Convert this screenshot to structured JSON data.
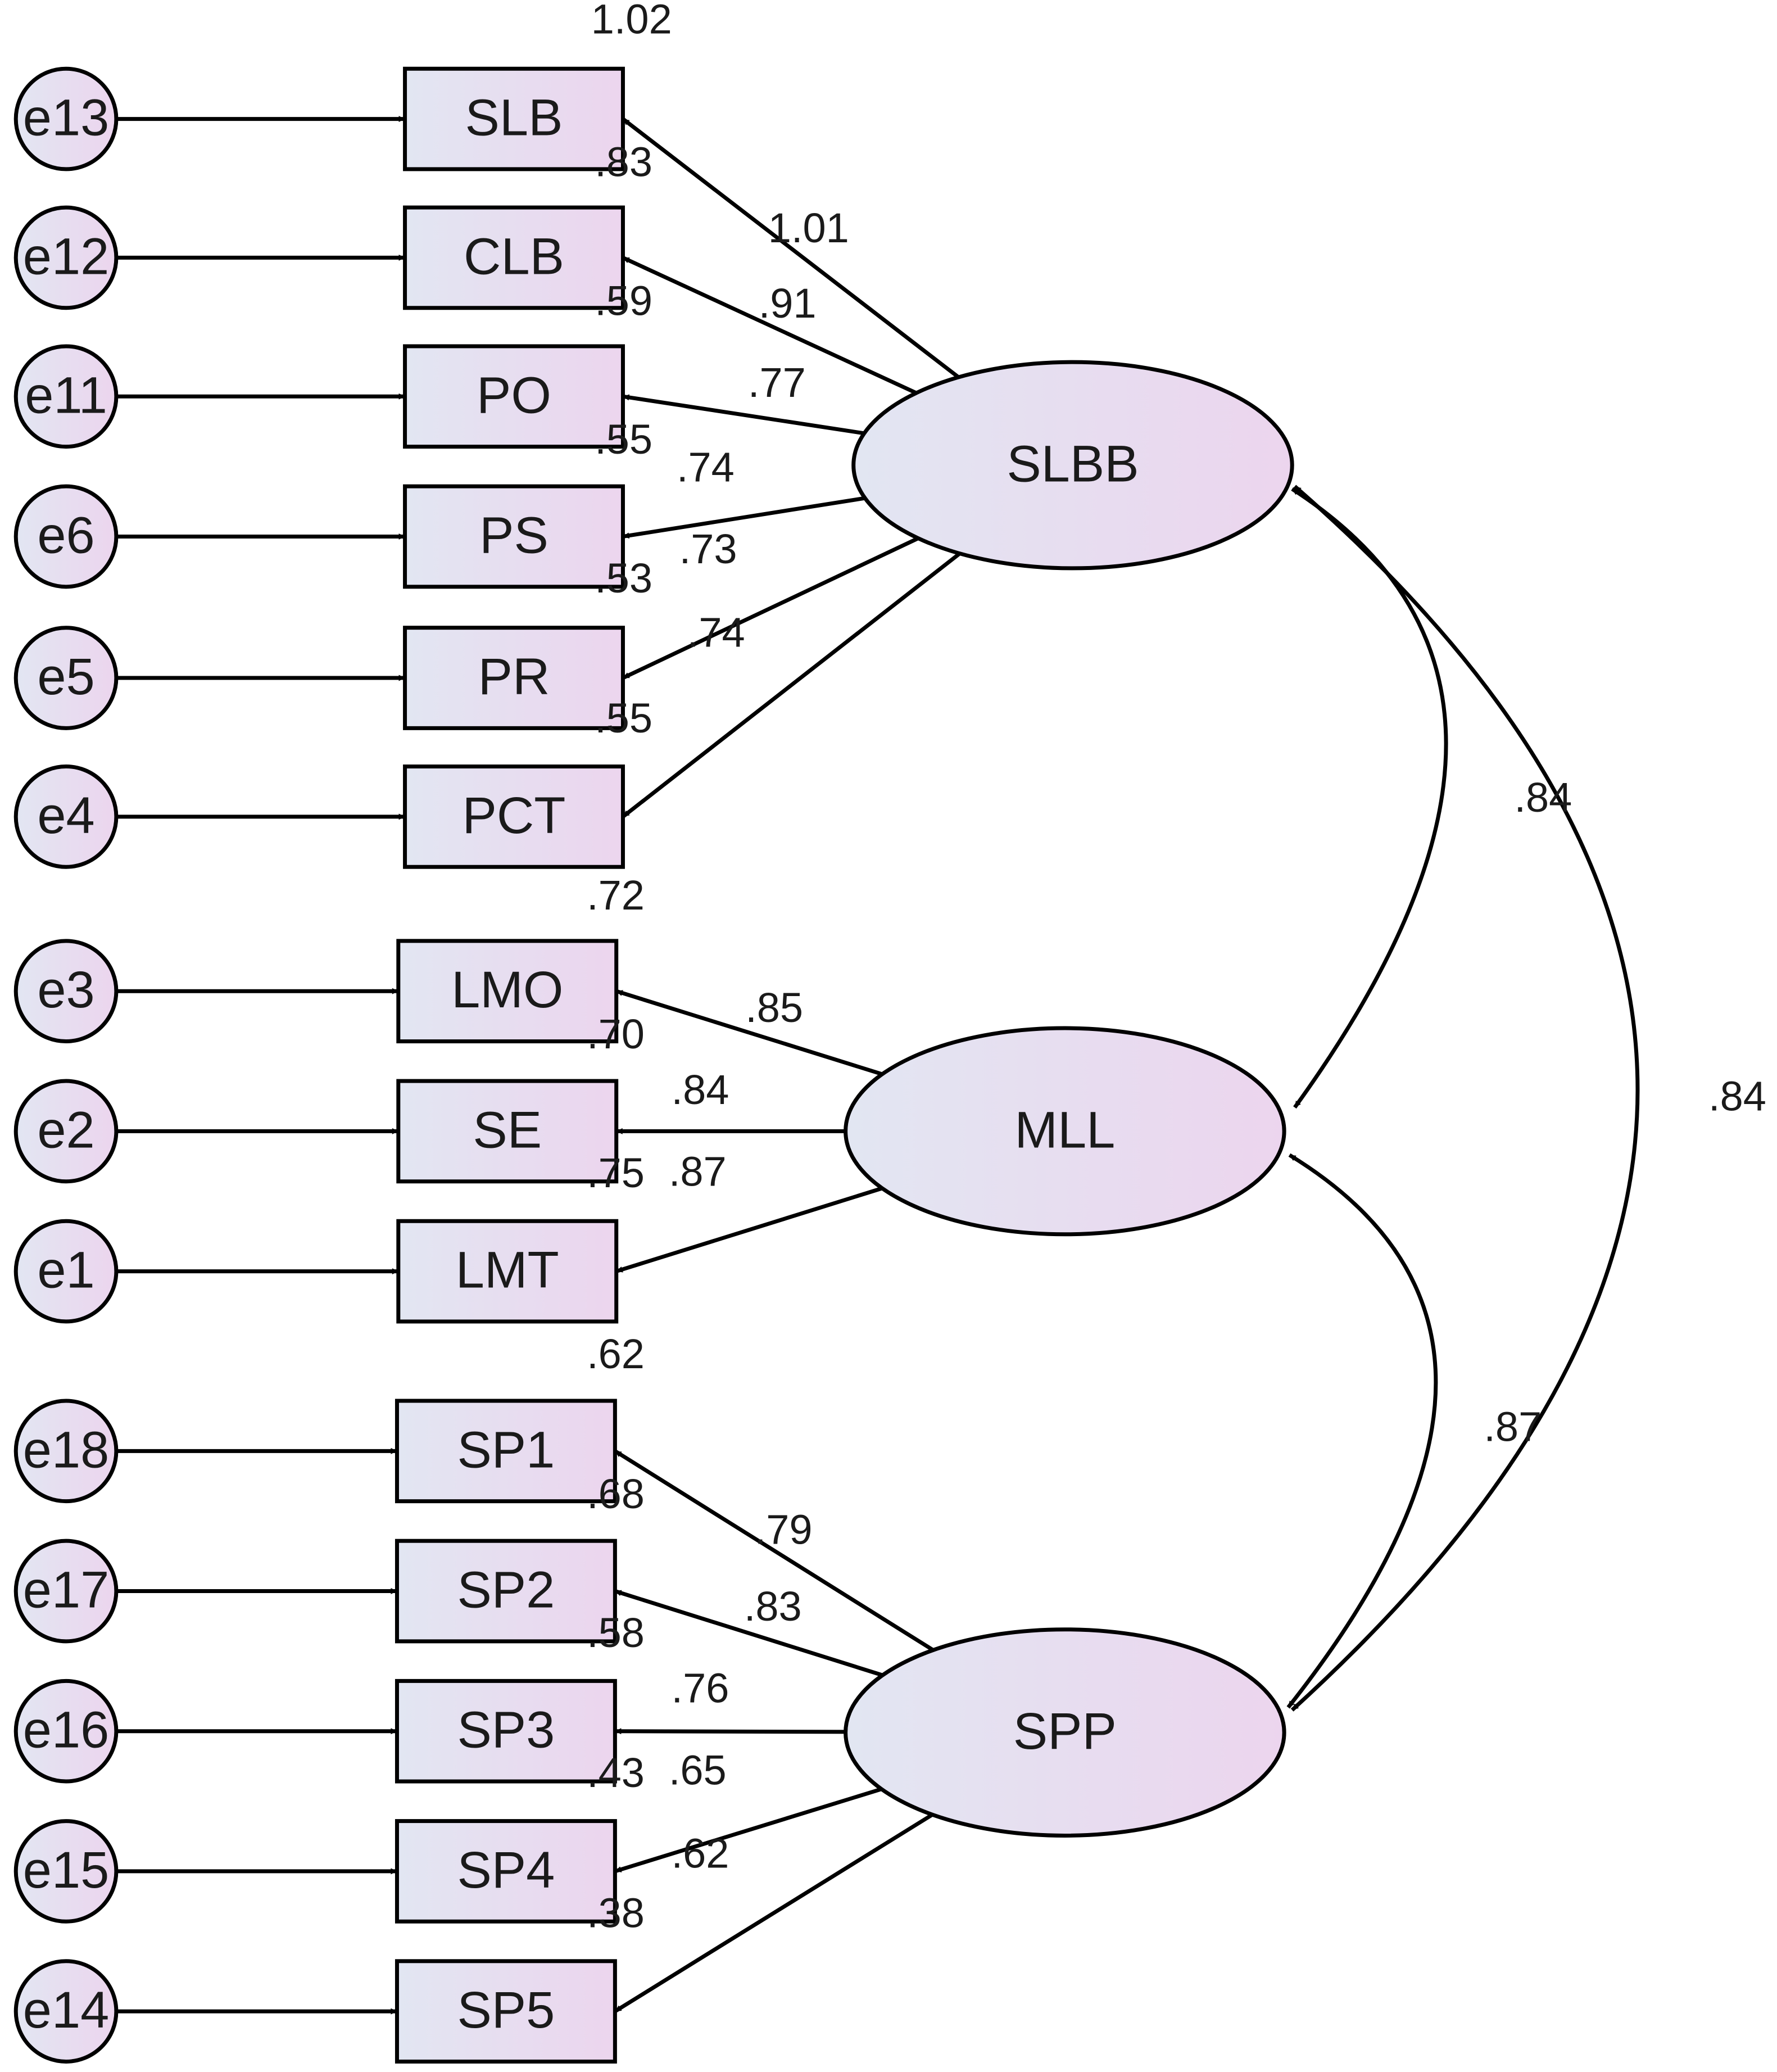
{
  "latents": [
    {
      "id": "SLBB",
      "label": "SLBB"
    },
    {
      "id": "MLL",
      "label": "MLL"
    },
    {
      "id": "SPP",
      "label": "SPP"
    }
  ],
  "indicators": [
    {
      "id": "SLB",
      "label": "SLB",
      "error": "e13",
      "factor": "SLBB",
      "loading": "1.01",
      "r2": "1.02"
    },
    {
      "id": "CLB",
      "label": "CLB",
      "error": "e12",
      "factor": "SLBB",
      "loading": ".91",
      "r2": ".83"
    },
    {
      "id": "PO",
      "label": "PO",
      "error": "e11",
      "factor": "SLBB",
      "loading": ".77",
      "r2": ".59"
    },
    {
      "id": "PS",
      "label": "PS",
      "error": "e6",
      "factor": "SLBB",
      "loading": ".74",
      "r2": ".55"
    },
    {
      "id": "PR",
      "label": "PR",
      "error": "e5",
      "factor": "SLBB",
      "loading": ".73",
      "r2": ".53"
    },
    {
      "id": "PCT",
      "label": "PCT",
      "error": "e4",
      "factor": "SLBB",
      "loading": ".74",
      "r2": ".55"
    },
    {
      "id": "LMO",
      "label": "LMO",
      "error": "e3",
      "factor": "MLL",
      "loading": ".85",
      "r2": ".72"
    },
    {
      "id": "SE",
      "label": "SE",
      "error": "e2",
      "factor": "MLL",
      "loading": ".84",
      "r2": ".70"
    },
    {
      "id": "LMT",
      "label": "LMT",
      "error": "e1",
      "factor": "MLL",
      "loading": ".87",
      "r2": ".75"
    },
    {
      "id": "SP1",
      "label": "SP1",
      "error": "e18",
      "factor": "SPP",
      "loading": ".79",
      "r2": ".62"
    },
    {
      "id": "SP2",
      "label": "SP2",
      "error": "e17",
      "factor": "SPP",
      "loading": ".83",
      "r2": ".68"
    },
    {
      "id": "SP3",
      "label": "SP3",
      "error": "e16",
      "factor": "SPP",
      "loading": ".76",
      "r2": ".58"
    },
    {
      "id": "SP4",
      "label": "SP4",
      "error": "e15",
      "factor": "SPP",
      "loading": ".65",
      "r2": ".43"
    },
    {
      "id": "SP5",
      "label": "SP5",
      "error": "e14",
      "factor": "SPP",
      "loading": ".62",
      "r2": ".38"
    }
  ],
  "correlations": [
    {
      "from": "SLBB",
      "to": "MLL",
      "value": ".84"
    },
    {
      "from": "MLL",
      "to": "SPP",
      "value": ".87"
    },
    {
      "from": "SLBB",
      "to": "SPP",
      "value": ".84"
    }
  ],
  "colors": {
    "fill_start": "#e2e6f2",
    "fill_end": "#ecd5ee",
    "stroke": "#000000"
  }
}
